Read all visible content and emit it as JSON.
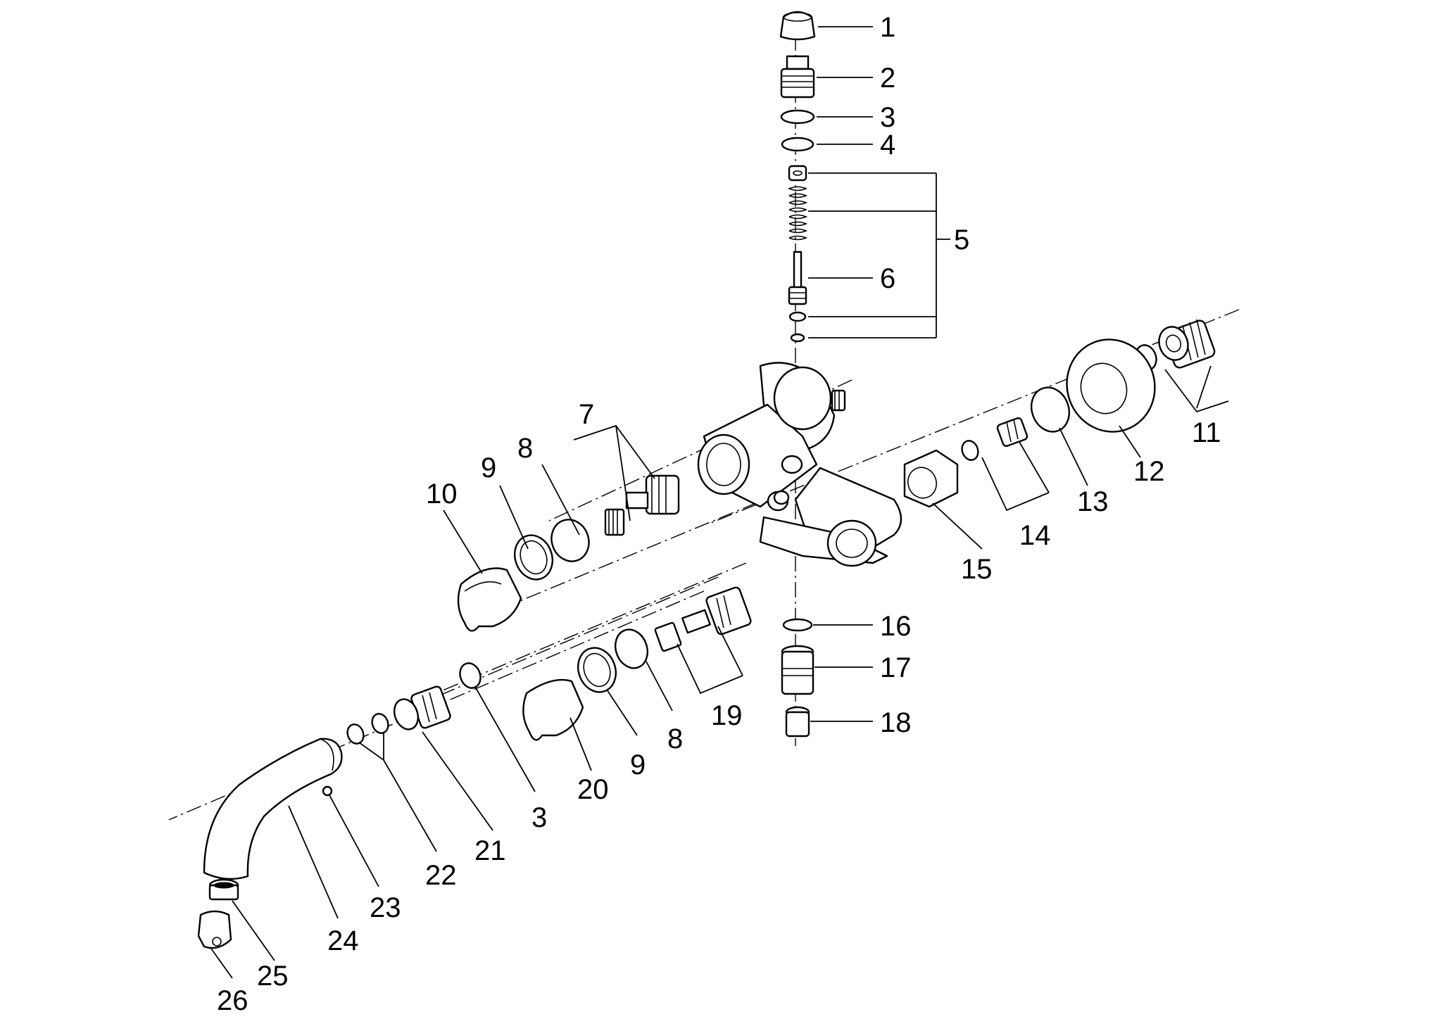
{
  "callouts": {
    "c1": "1",
    "c2": "2",
    "c3a": "3",
    "c4": "4",
    "c5": "5",
    "c6": "6",
    "c7": "7",
    "c8a": "8",
    "c9a": "9",
    "c10": "10",
    "c11": "11",
    "c12": "12",
    "c13": "13",
    "c14": "14",
    "c15": "15",
    "c16": "16",
    "c17": "17",
    "c18": "18",
    "c19": "19",
    "c20": "20",
    "c9b": "9",
    "c8b": "8",
    "c3b": "3",
    "c21": "21",
    "c22": "22",
    "c23": "23",
    "c24": "24",
    "c25": "25",
    "c26": "26"
  }
}
